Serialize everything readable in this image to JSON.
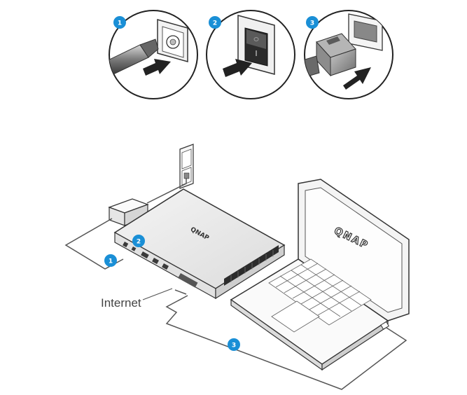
{
  "steps": [
    {
      "number": "1"
    },
    {
      "number": "2"
    },
    {
      "number": "3"
    }
  ],
  "diagram": {
    "internet_label": "Internet",
    "laptop_logo": "QNAP",
    "device_logo": "QNAP"
  },
  "colors": {
    "badge": "#1a8fd6",
    "line": "#555555",
    "arrow": "#222222",
    "plug": "#8a8a8a"
  },
  "icons": {
    "step1": "power-plug-socket-icon",
    "step2": "power-switch-icon",
    "step3": "ethernet-plug-icon"
  }
}
